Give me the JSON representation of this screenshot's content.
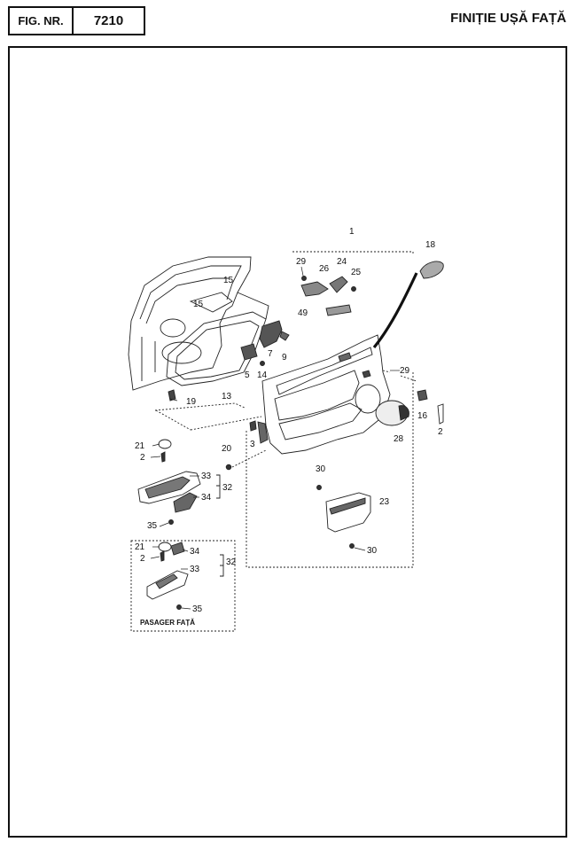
{
  "header": {
    "fig_label": "FIG. NR.",
    "fig_number": "7210",
    "title": "FINIȚIE UȘĂ FAȚĂ"
  },
  "callouts": {
    "c1": "1",
    "c18": "18",
    "c29a": "29",
    "c24": "24",
    "c26": "26",
    "c25": "25",
    "c49": "49",
    "c15a": "15",
    "c15b": "15",
    "c7": "7",
    "c9": "9",
    "c5": "5",
    "c14": "14",
    "c13": "13",
    "c19": "19",
    "c29b": "29",
    "c16": "16",
    "c2a": "2",
    "c28": "28",
    "c20": "20",
    "c3": "3",
    "c21a": "21",
    "c2b": "2",
    "c33a": "33",
    "c32a": "32",
    "c34a": "34",
    "c35a": "35",
    "c30a": "30",
    "c23": "23",
    "c30b": "30",
    "c21b": "21",
    "c2c": "2",
    "c34b": "34",
    "c33b": "33",
    "c32b": "32",
    "c35b": "35"
  },
  "passenger_caption": "PASAGER FAȚĂ"
}
